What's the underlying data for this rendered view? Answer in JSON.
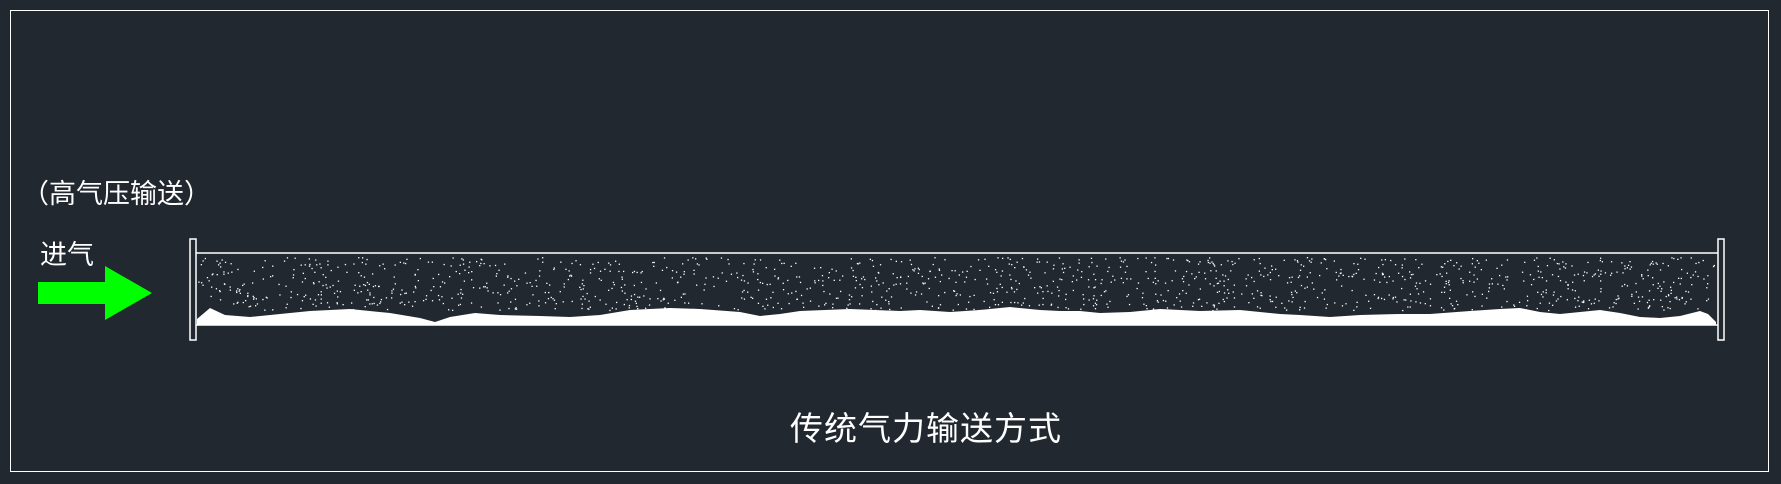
{
  "diagram": {
    "subtitle": "（高气压输送）",
    "inlet_label": "进气",
    "caption": "传统气力输送方式",
    "colors": {
      "background": "#212830",
      "line": "#ffffff",
      "arrow": "#00ff00",
      "material": "#ffffff"
    },
    "icons": {
      "inlet_arrow": "right-arrow-icon"
    }
  }
}
